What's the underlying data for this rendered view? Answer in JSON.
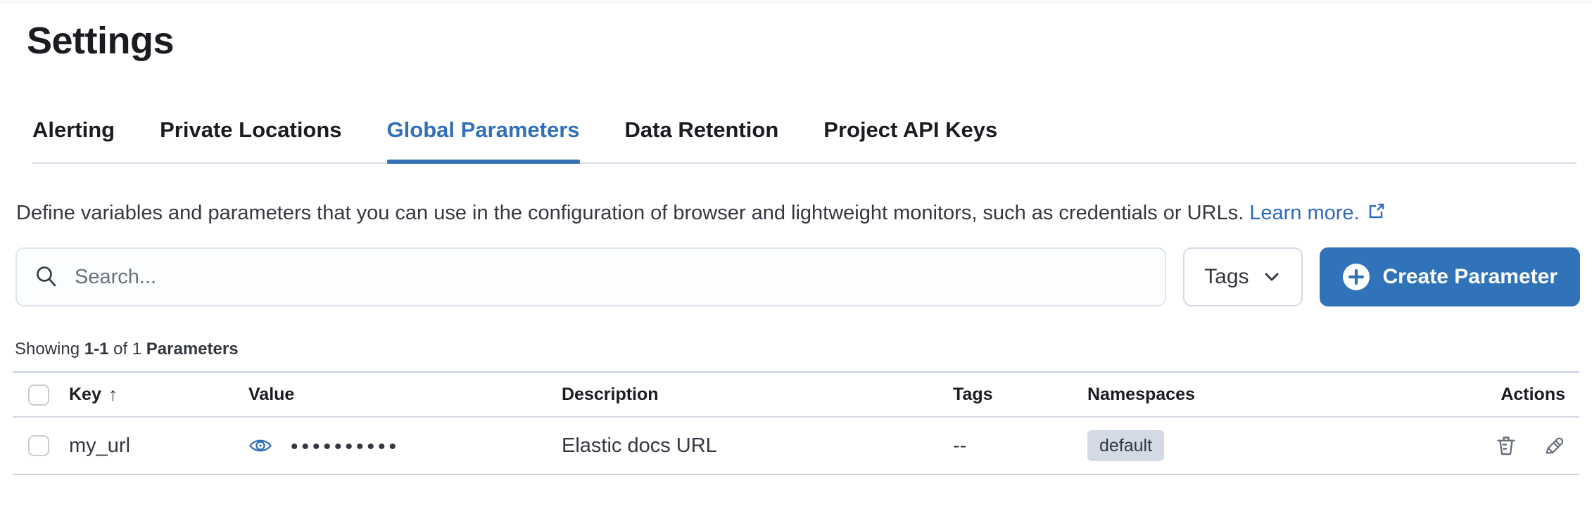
{
  "page": {
    "title": "Settings"
  },
  "tabs": [
    {
      "label": "Alerting",
      "active": false
    },
    {
      "label": "Private Locations",
      "active": false
    },
    {
      "label": "Global Parameters",
      "active": true
    },
    {
      "label": "Data Retention",
      "active": false
    },
    {
      "label": "Project API Keys",
      "active": false
    }
  ],
  "description": {
    "text": "Define variables and parameters that you can use in the configuration of browser and lightweight monitors, such as credentials or URLs.",
    "link_label": "Learn more."
  },
  "toolbar": {
    "search_placeholder": "Search...",
    "tags_label": "Tags",
    "create_label": "Create Parameter"
  },
  "summary": {
    "prefix": "Showing",
    "range": "1-1",
    "middle": "of 1",
    "entity": "Parameters"
  },
  "table": {
    "columns": {
      "key": "Key",
      "value": "Value",
      "description": "Description",
      "tags": "Tags",
      "namespaces": "Namespaces",
      "actions": "Actions"
    },
    "sort": {
      "column": "Key",
      "direction": "ascending",
      "arrow": "↑"
    },
    "rows": [
      {
        "key": "my_url",
        "masked_value": "••••••••••",
        "description": "Elastic docs URL",
        "tags": "--",
        "namespace": "default"
      }
    ]
  },
  "icons": {
    "search": "search-icon",
    "chevron": "chevron-down-icon",
    "plus": "plus-in-circle-icon",
    "external": "external-link-icon",
    "eye": "eye-icon",
    "trash": "trash-icon",
    "pencil": "pencil-icon"
  },
  "colors": {
    "primary_button": "#3173b9",
    "active_tab": "#3370b6",
    "link": "#2f68c0",
    "badge_bg": "#d3dae6",
    "divider": "#d3dae6",
    "text": "#343741",
    "heading": "#1a1c21",
    "icon_gray": "#69707d"
  }
}
